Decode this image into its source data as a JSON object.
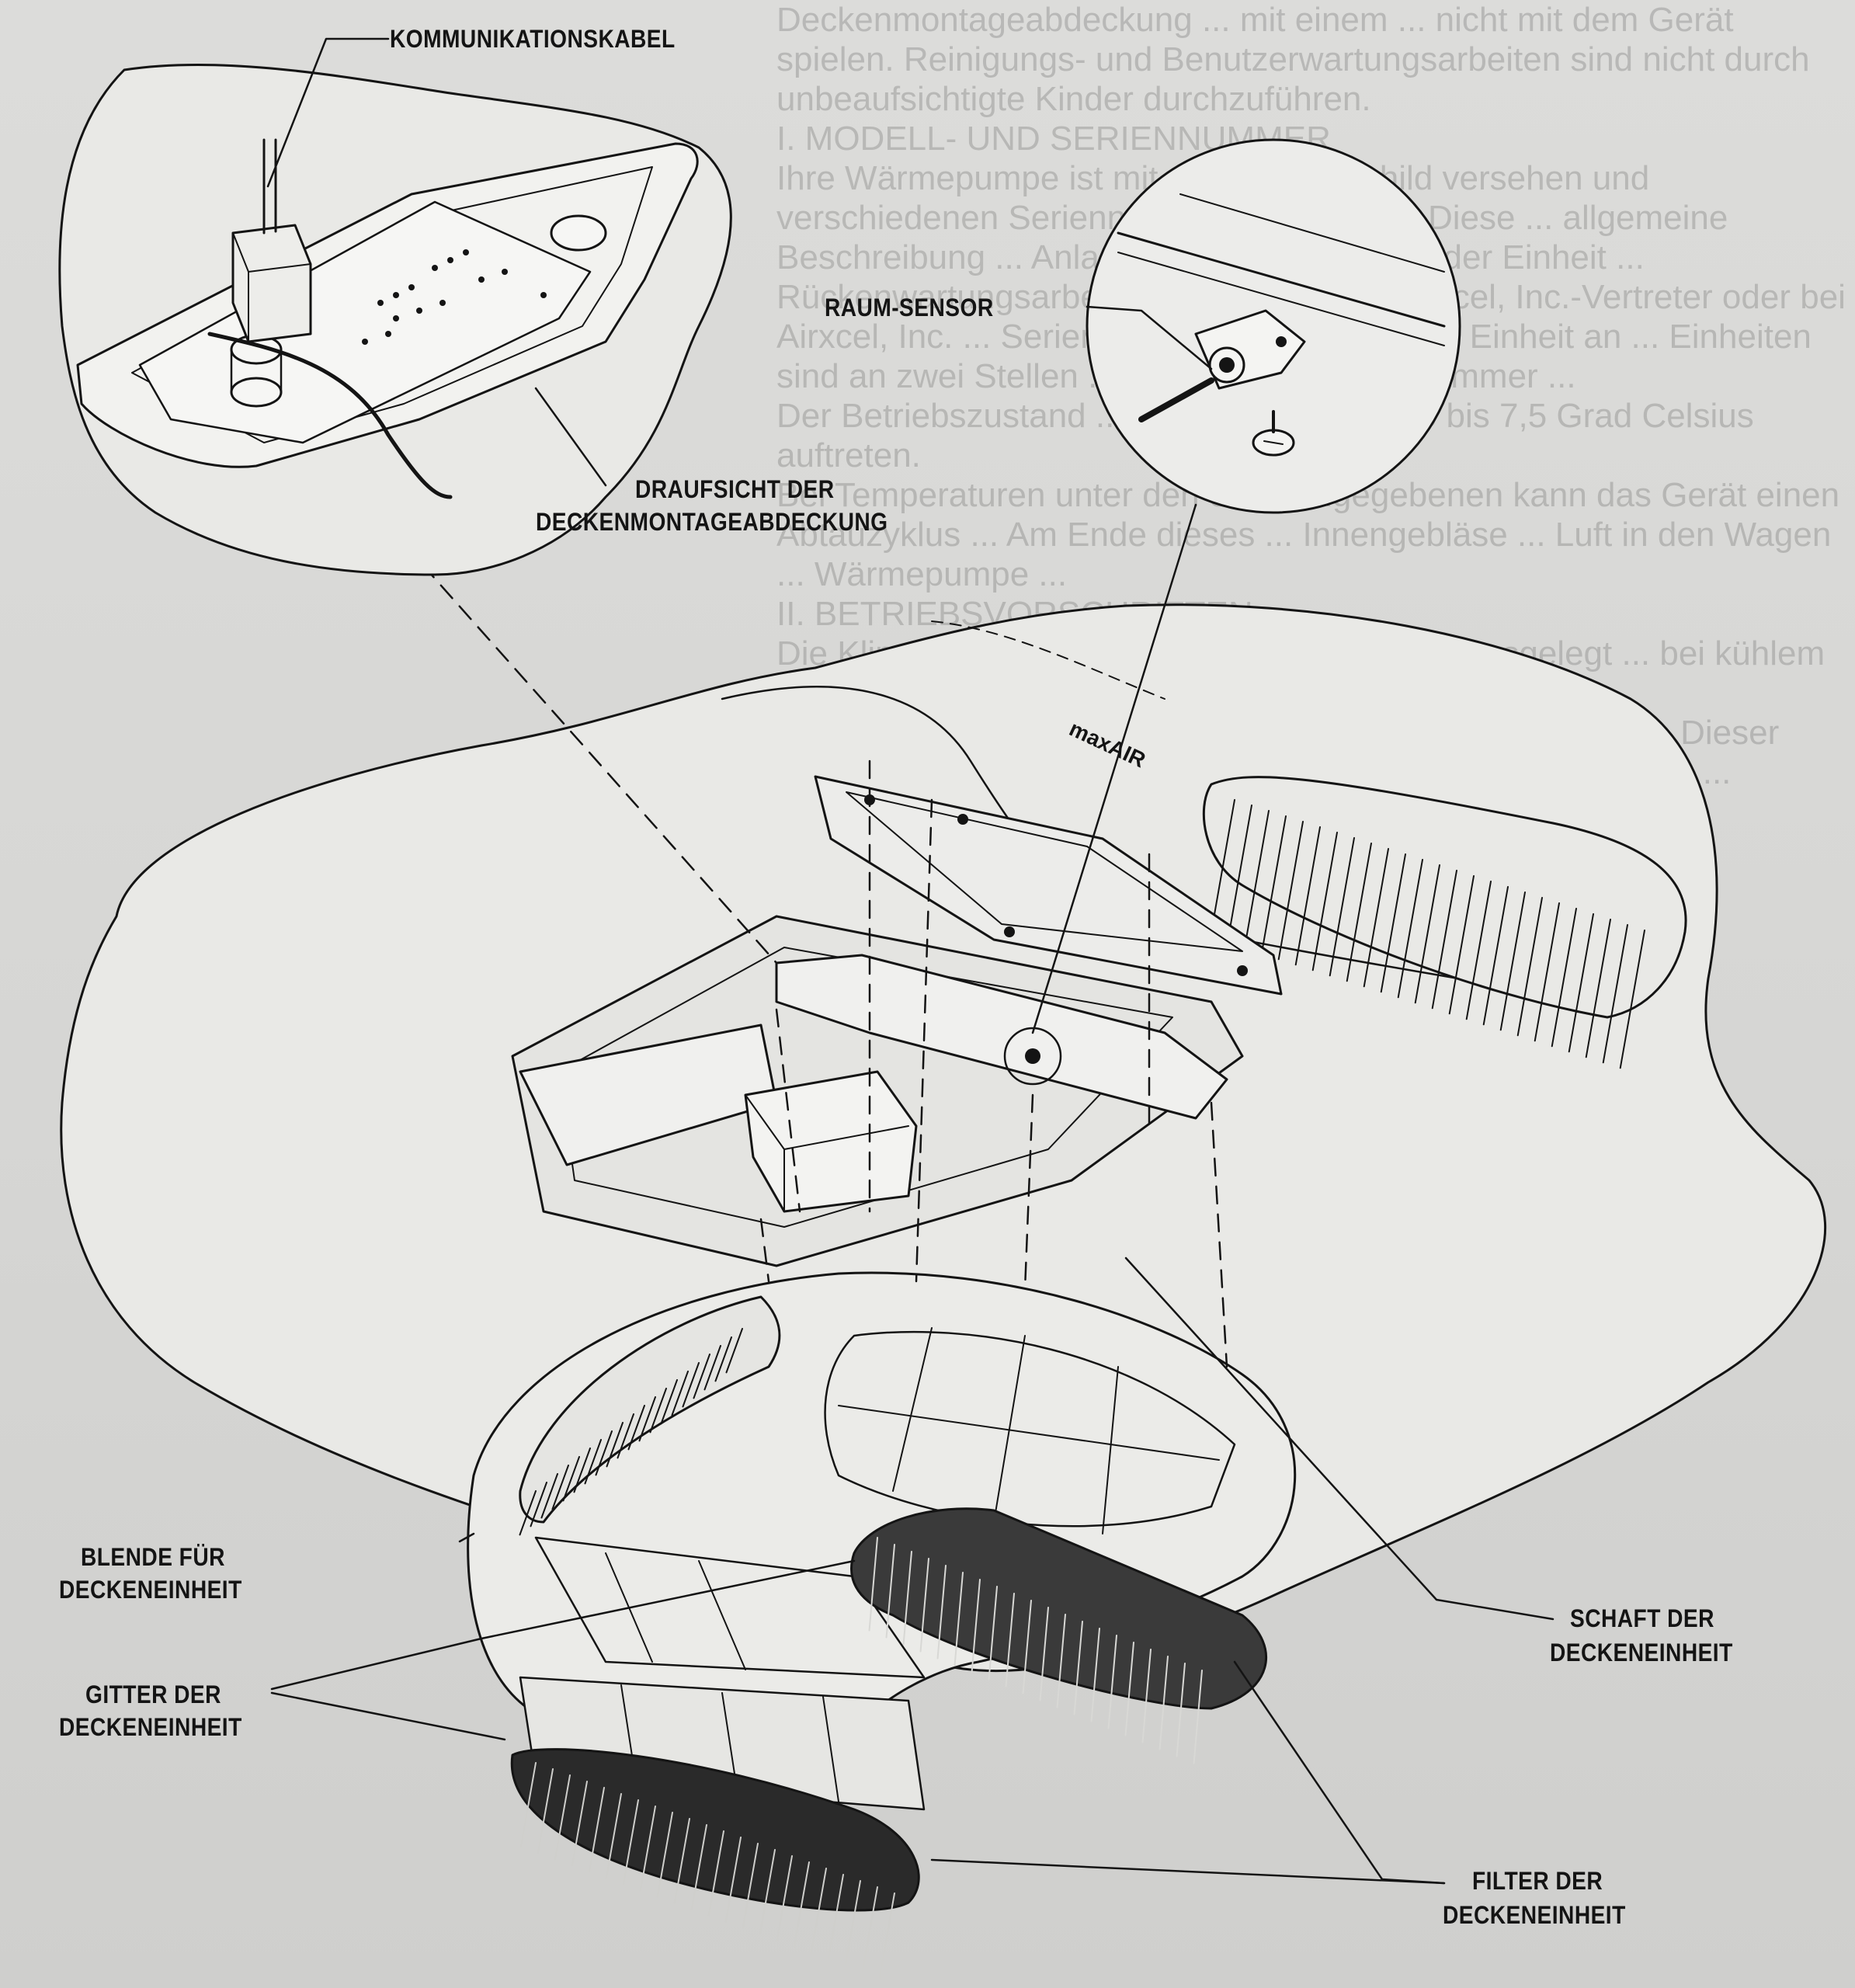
{
  "background_text": "Deckenmontageabdeckung ... mit einem ... nicht mit dem Gerät spielen. Reinigungs- und Benutzerwartungsarbeiten sind nicht durch unbeaufsichtigte Kinder durchzuführen.\nI. MODELL- UND SERIENNUMMER\nIhre Wärmepumpe ist mit einer Typenschild versehen und verschiedenen Seriennummern ausgelegt. Diese ... allgemeine Beschreibung ... Anlagenbetrieb ... Betriebs der Einheit ... Rückenwartungsarbeiten ... Sie an Ihren Airxcel, Inc.-Vertreter oder bei Airxcel, Inc. ... Seriennummer der derzeitigen Einheit an ... Einheiten sind an zwei Stellen ... Modell- und Seriennummer ...\nDer Betriebszustand ... Temperaturen von 5 bis 7,5 Grad Celsius auftreten.\nBei Temperaturen unter den oben angegebenen kann das Gerät einen Abtauzyklus ... Am Ende dieses ... Innengebläse ... Luft in den Wagen ... Wärmepumpe ...\nII. BETRIEBSVORSCHRIFTEN\nDie Klimaanlage ist für Kühlung und Heizung ausgelegt ... bei kühlem Wetter Wärmerückgewinnung ... optimiert werden.\nTüren und Fenster geschlossen halten ... Rückwärtszyklus. Dieser kann es dem Gerät ermöglichen, bei Temperaturen von 0 bis ...",
  "labels": {
    "communication_cable": "KOMMUNIKATIONSKABEL",
    "room_sensor": "RAUM-SENSOR",
    "cover_top_view_line1": "DRAUFSICHT DER",
    "cover_top_view_line2": "DECKENMONTAGEABDECKUNG",
    "shroud_line1": "BLENDE FÜR",
    "shroud_line2": "DECKENEINHEIT",
    "grille_line1": "GITTER DER",
    "grille_line2": "DECKENEINHEIT",
    "shaft_line1": "SCHAFT DER",
    "shaft_line2": "DECKENEINHEIT",
    "filter_line1": "FILTER DER",
    "filter_line2": "DECKENEINHEIT"
  },
  "unit_brand": "maxAIR",
  "colors": {
    "ink": "#141414",
    "paper": "#d9d9d7",
    "drawing_fill": "#e9e9e6"
  }
}
